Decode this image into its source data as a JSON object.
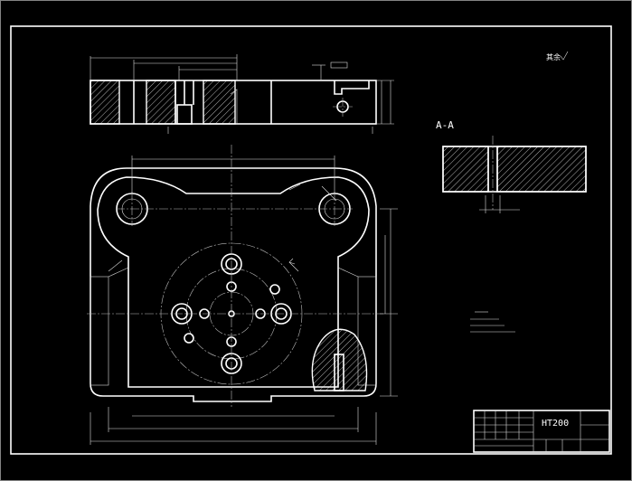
{
  "section_label": "A-A",
  "roughness_note": "其余",
  "material": "HT200",
  "title_block": {
    "part_name": "",
    "drawing_no": "",
    "scale": "",
    "designer": ""
  }
}
